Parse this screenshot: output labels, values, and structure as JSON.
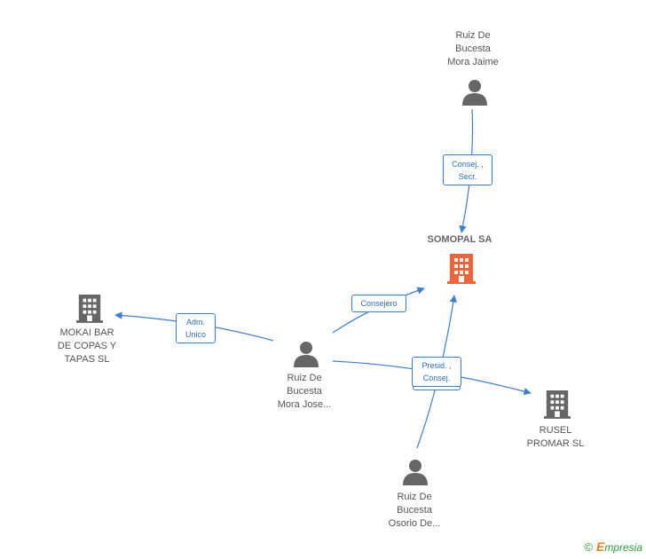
{
  "nodes": {
    "somopal": {
      "title": "SOMOPAL SA",
      "icon": "building-icon",
      "color": "#f0643c"
    },
    "mora_jaime": {
      "lines": [
        "Ruiz De",
        "Bucesta",
        "Mora Jaime"
      ],
      "icon": "person-icon"
    },
    "mora_jose": {
      "lines": [
        "Ruiz De",
        "Bucesta",
        "Mora Jose..."
      ],
      "icon": "person-icon"
    },
    "osorio": {
      "lines": [
        "Ruiz De",
        "Bucesta",
        "Osorio De..."
      ],
      "icon": "person-icon"
    },
    "mokai": {
      "lines": [
        "MOKAI BAR",
        "DE COPAS Y",
        "TAPAS SL"
      ],
      "icon": "building-icon"
    },
    "rusel": {
      "lines": [
        "RUSEL",
        "PROMAR SL"
      ],
      "icon": "building-icon"
    }
  },
  "edges": {
    "consej_secr": {
      "lines": [
        "Consej. ,",
        "Secr."
      ]
    },
    "consejero": {
      "lines": [
        "Consejero"
      ]
    },
    "adm_unico": {
      "lines": [
        "Adm.",
        "Unico"
      ]
    },
    "presid_consej": {
      "lines": [
        "Presid. ,",
        "Consej."
      ]
    }
  },
  "footer": {
    "copyright": "©",
    "brand_first": "E",
    "brand_rest": "mpresia"
  },
  "colors": {
    "edge": "#3a7fd5",
    "icon_gray": "#666666",
    "accent": "#f0643c"
  }
}
